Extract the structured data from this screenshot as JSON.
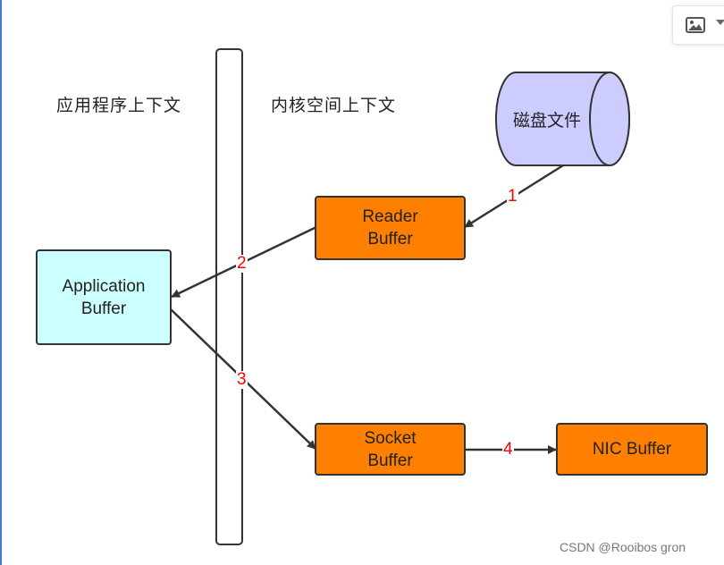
{
  "contexts": {
    "application": "应用程序上下文",
    "kernel": "内核空间上下文"
  },
  "disk": {
    "label": "磁盘文件",
    "fill": "#ccccff"
  },
  "boxes": {
    "reader": "Reader\nBuffer",
    "application": "Application\nBuffer",
    "socket": "Socket\nBuffer",
    "nic": "NIC Buffer"
  },
  "steps": [
    "1",
    "2",
    "3",
    "4"
  ],
  "colors": {
    "kernel_buffer": "#ff8000",
    "app_buffer": "#ccffff",
    "step_number": "#ff0000"
  },
  "toolbar": {
    "icon": "image-icon"
  },
  "watermark": "CSDN @Rooibos gron"
}
